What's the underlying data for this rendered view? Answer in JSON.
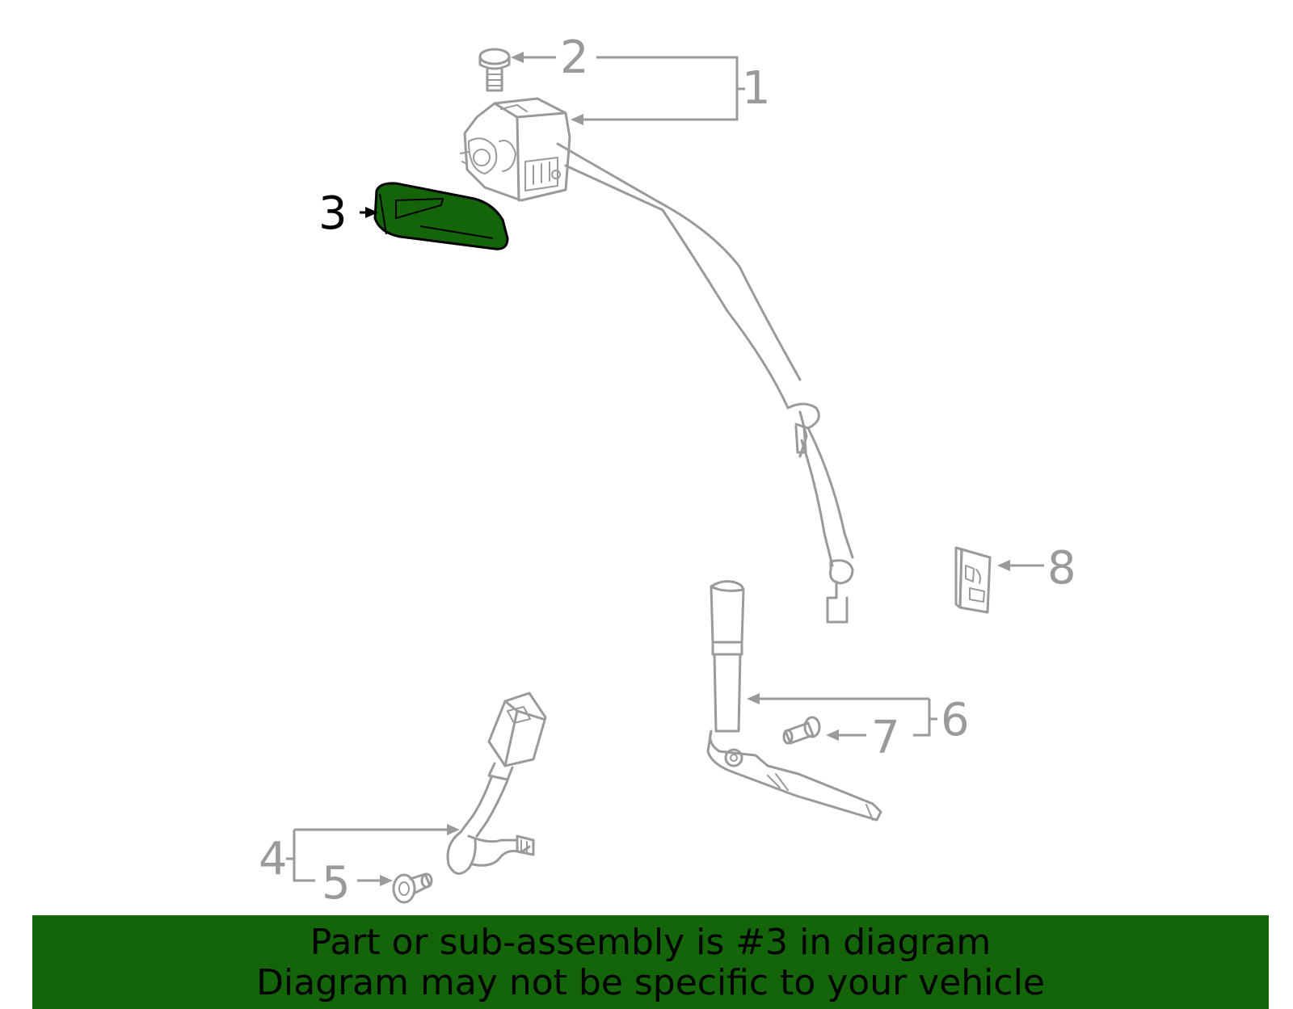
{
  "diagram": {
    "callouts": [
      {
        "num": "1",
        "highlighted": false,
        "part": "retractor-assembly"
      },
      {
        "num": "2",
        "highlighted": false,
        "part": "bolt"
      },
      {
        "num": "3",
        "highlighted": true,
        "part": "cover"
      },
      {
        "num": "4",
        "highlighted": false,
        "part": "buckle-assembly"
      },
      {
        "num": "5",
        "highlighted": false,
        "part": "buckle-bolt"
      },
      {
        "num": "6",
        "highlighted": false,
        "part": "buckle-stalk"
      },
      {
        "num": "7",
        "highlighted": false,
        "part": "stalk-bolt"
      },
      {
        "num": "8",
        "highlighted": false,
        "part": "guide-cover"
      }
    ],
    "colors": {
      "line": "#9a9a9a",
      "highlight": "#14640a",
      "highlight_outline": "#000000"
    }
  },
  "banner": {
    "line1": "Part or sub-assembly is #3 in diagram",
    "line2": "Diagram may not be specific to your vehicle",
    "background": "#14640a"
  }
}
